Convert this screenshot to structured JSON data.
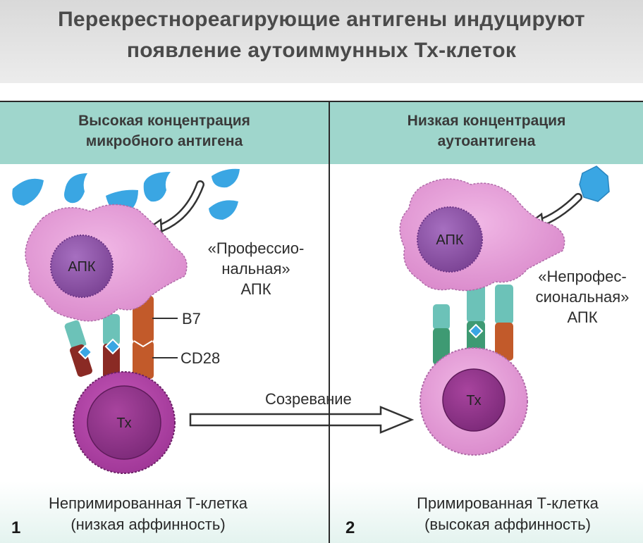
{
  "title": {
    "line1": "Перекрестнореагирующие антигены индуцируют",
    "line2": "появление аутоиммунных Тх-клеток"
  },
  "panels": [
    {
      "number": "1",
      "header": {
        "line1": "Высокая концентрация",
        "line2": "микробного антигена"
      },
      "apc_label": "АПК",
      "tcell_label": "Тх",
      "apc_type": {
        "line1": "«Профессио-",
        "line2": "нальная»",
        "line3": "АПК"
      },
      "caption": {
        "line1": "Непримированная Т-клетка",
        "line2": "(низкая аффинность)"
      }
    },
    {
      "number": "2",
      "header": {
        "line1": "Низкая концентрация",
        "line2": "аутоантигена"
      },
      "apc_label": "АПК",
      "tcell_label": "Тх",
      "apc_type": {
        "line1": "«Непрофес-",
        "line2": "сиональная»",
        "line3": "АПК"
      },
      "caption": {
        "line1": "Примированная Т-клетка",
        "line2": "(высокая аффинность)"
      }
    }
  ],
  "molecules": {
    "b7": "B7",
    "cd28": "CD28"
  },
  "process_label": "Созревание",
  "colors": {
    "header_band": "#9fd6cc",
    "apc": "#e59ad6",
    "apc_nucleus": "#8e55a8",
    "tcell": "#a8409f",
    "tcell_nucleus": "#8a2f86",
    "antigen": "#3aa6e3",
    "b7": "#c25a2a",
    "cd28": "#8a2a24",
    "mhc_teal": "#6cc2b8",
    "tcr_green": "#3e9a73"
  }
}
